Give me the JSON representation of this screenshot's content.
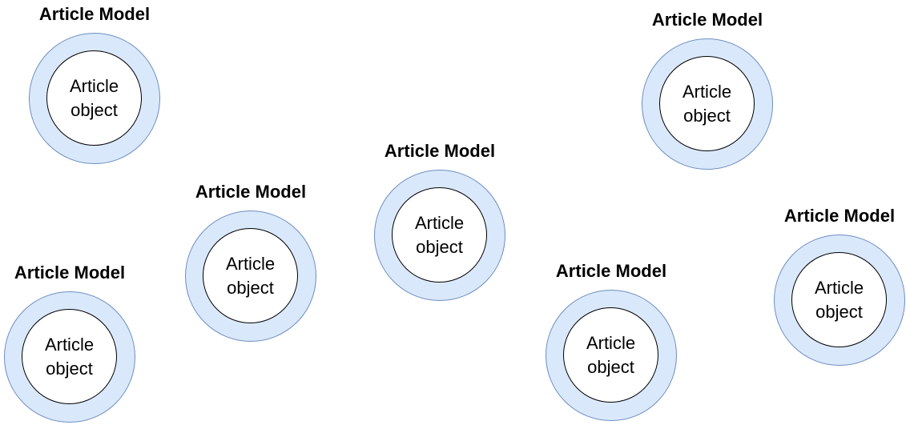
{
  "nodes": [
    {
      "title": "Article Model",
      "line1": "Article",
      "line2": "object"
    },
    {
      "title": "Article Model",
      "line1": "Article",
      "line2": "object"
    },
    {
      "title": "Article Model",
      "line1": "Article",
      "line2": "object"
    },
    {
      "title": "Article Model",
      "line1": "Article",
      "line2": "object"
    },
    {
      "title": "Article Model",
      "line1": "Article",
      "line2": "object"
    },
    {
      "title": "Article Model",
      "line1": "Article",
      "line2": "object"
    },
    {
      "title": "Article Model",
      "line1": "Article",
      "line2": "object"
    }
  ],
  "colors": {
    "outer_fill": "#dae8fc",
    "outer_stroke": "#6c8ebf",
    "inner_fill": "#ffffff",
    "inner_stroke": "#000000"
  }
}
